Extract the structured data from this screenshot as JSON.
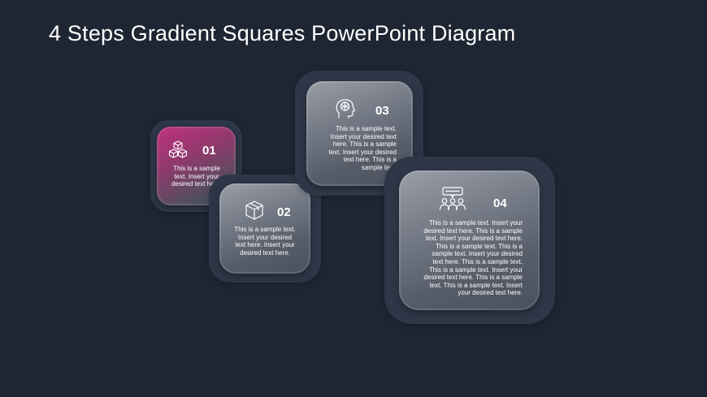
{
  "title": "4 Steps Gradient Squares PowerPoint Diagram",
  "colors": {
    "background": "#1f2633",
    "frame": "#2e3747",
    "accent_pink": "#c0317e",
    "square_gray": "#747a85",
    "text": "#ffffff"
  },
  "steps": [
    {
      "number": "01",
      "icon": "cubes-icon",
      "text": "This is a sample\ntext.  Insert your\ndesired text here."
    },
    {
      "number": "02",
      "icon": "box-icon",
      "text": "This is a sample text.\nInsert your desired\ntext here. Insert your\ndesired text here."
    },
    {
      "number": "03",
      "icon": "brain-head-icon",
      "text": "This is a sample text.\nInsert your  desired text\nhere. This is a sample\ntext.  Insert your desired\ntext  here. This is a\nsample text."
    },
    {
      "number": "04",
      "icon": "team-discussion-icon",
      "text": "This is a sample text. Insert your\ndesired text here. This is a sample\ntext.  Insert your desired text here.\nThis is a sample text. This is a\nsample text. Insert your desired\ntext  here. This is a sample text.\nThis is a sample text. Insert your\ndesired text here. This is a sample\ntext.  This is a sample text. Insert\nyour desired text here."
    }
  ]
}
